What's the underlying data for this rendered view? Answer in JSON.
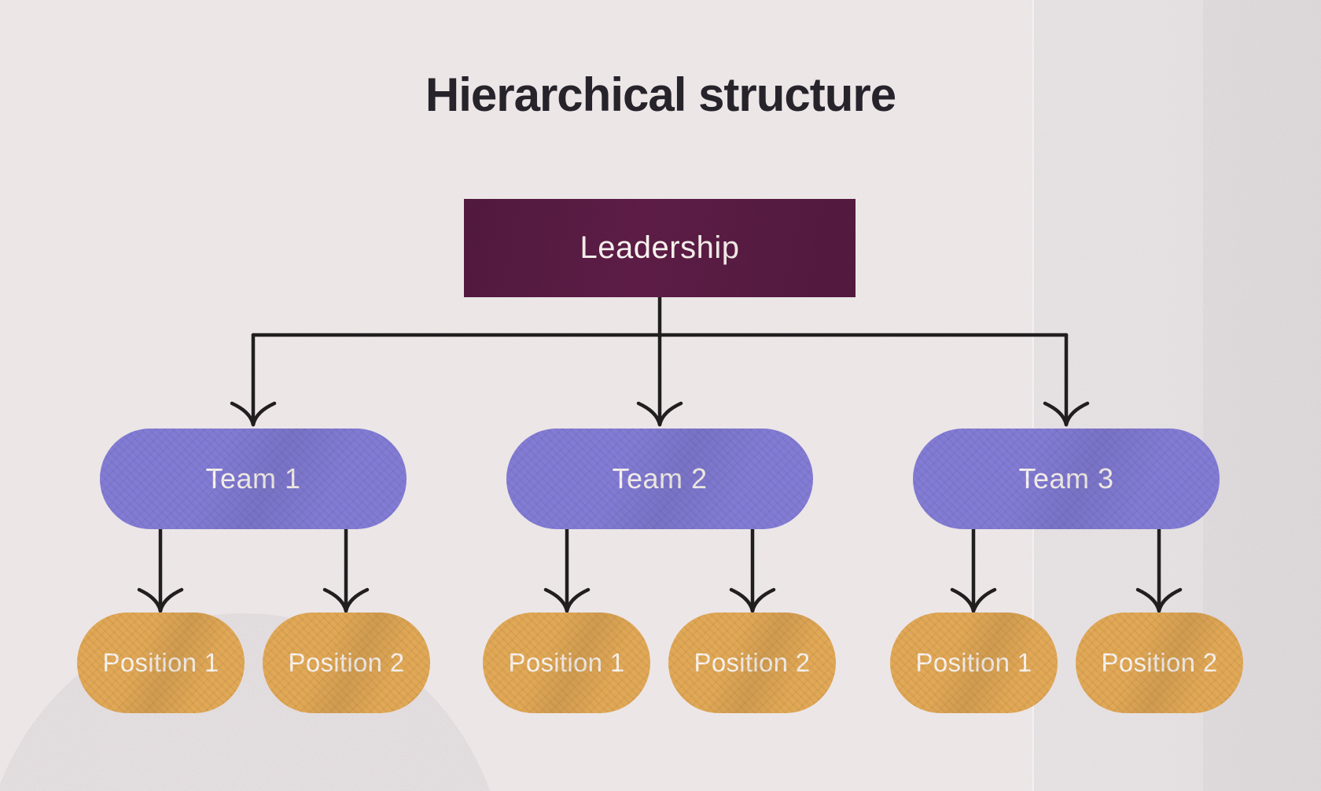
{
  "title": "Hierarchical structure",
  "colors": {
    "background": "#EFE9EA",
    "leadership_bg": "#5A1943",
    "team_bg": "#827BD6",
    "position_bg": "#E2A854",
    "node_text": "#FCF6F1",
    "line": "#1E1B1C",
    "title_text": "#242028"
  },
  "org": {
    "root": {
      "label": "Leadership"
    },
    "teams": [
      {
        "label": "Team 1",
        "positions": [
          {
            "label": "Position 1"
          },
          {
            "label": "Position 2"
          }
        ]
      },
      {
        "label": "Team 2",
        "positions": [
          {
            "label": "Position 1"
          },
          {
            "label": "Position 2"
          }
        ]
      },
      {
        "label": "Team 3",
        "positions": [
          {
            "label": "Position 1"
          },
          {
            "label": "Position 2"
          }
        ]
      }
    ]
  }
}
